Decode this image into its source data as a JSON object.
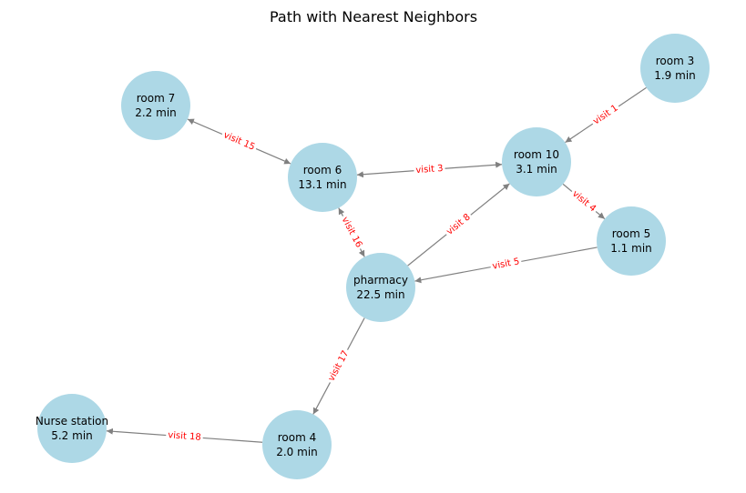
{
  "title": "Path with Nearest Neighbors",
  "colors": {
    "node_fill": "#add8e6",
    "edge": "#808080",
    "edge_label": "#ff0000",
    "label_bg": "#ffffff"
  },
  "nodes": [
    {
      "id": "room7",
      "lines": [
        "room 7",
        "2.2 min"
      ]
    },
    {
      "id": "room6",
      "lines": [
        "room 6",
        "13.1 min"
      ]
    },
    {
      "id": "room10",
      "lines": [
        "room 10",
        "3.1 min"
      ]
    },
    {
      "id": "room3",
      "lines": [
        "room 3",
        "1.9 min"
      ]
    },
    {
      "id": "room5",
      "lines": [
        "room 5",
        "1.1 min"
      ]
    },
    {
      "id": "pharmacy",
      "lines": [
        "pharmacy",
        "22.5 min"
      ]
    },
    {
      "id": "room4",
      "lines": [
        "room 4",
        "2.0 min"
      ]
    },
    {
      "id": "nurse",
      "lines": [
        "Nurse station",
        "5.2 min"
      ]
    }
  ],
  "edges": [
    {
      "from": "room3",
      "to": "room10",
      "label": "visit 1",
      "bidirectional": false
    },
    {
      "from": "room6",
      "to": "room10",
      "label": "visit 3",
      "bidirectional": true
    },
    {
      "from": "room10",
      "to": "room5",
      "label": "visit 4",
      "bidirectional": false
    },
    {
      "from": "room5",
      "to": "pharmacy",
      "label": "visit 5",
      "bidirectional": false
    },
    {
      "from": "pharmacy",
      "to": "room10",
      "label": "visit 8",
      "bidirectional": false
    },
    {
      "from": "room7",
      "to": "room6",
      "label": "visit 15",
      "bidirectional": true
    },
    {
      "from": "room6",
      "to": "pharmacy",
      "label": "visit 16",
      "bidirectional": true
    },
    {
      "from": "pharmacy",
      "to": "room4",
      "label": "visit 17",
      "bidirectional": false
    },
    {
      "from": "room4",
      "to": "nurse",
      "label": "visit 18",
      "bidirectional": false
    }
  ]
}
